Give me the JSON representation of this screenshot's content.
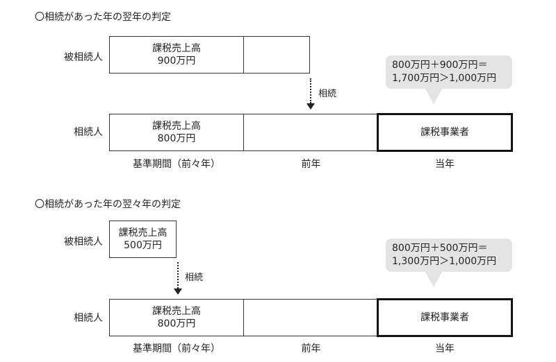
{
  "section1": {
    "heading": "〇相続があった年の翌年の判定",
    "decedent_label": "被相続人",
    "heir_label": "相続人",
    "decedent_box": {
      "line1": "課税売上高",
      "line2": "900万円"
    },
    "heir_box": {
      "line1": "課税売上高",
      "line2": "800万円"
    },
    "inheritance_label": "相続",
    "callout": {
      "line1": "800万円＋900万円＝",
      "line2": "1,700万円＞1,000万円"
    },
    "result": "課税事業者",
    "columns": [
      "基準期間（前々年）",
      "前年",
      "当年"
    ]
  },
  "section2": {
    "heading": "〇相続があった年の翌々年の判定",
    "decedent_label": "被相続人",
    "heir_label": "相続人",
    "decedent_box": {
      "line1": "課税売上高",
      "line2": "500万円"
    },
    "heir_box": {
      "line1": "課税売上高",
      "line2": "800万円"
    },
    "inheritance_label": "相続",
    "callout": {
      "line1": "800万円＋500万円＝",
      "line2": "1,300万円＞1,000万円"
    },
    "result": "課税事業者",
    "columns": [
      "基準期間（前々年）",
      "前年",
      "当年"
    ]
  },
  "colors": {
    "callout_bg": "#e4e4e4",
    "border": "#333333",
    "thick_border": "#111111"
  }
}
